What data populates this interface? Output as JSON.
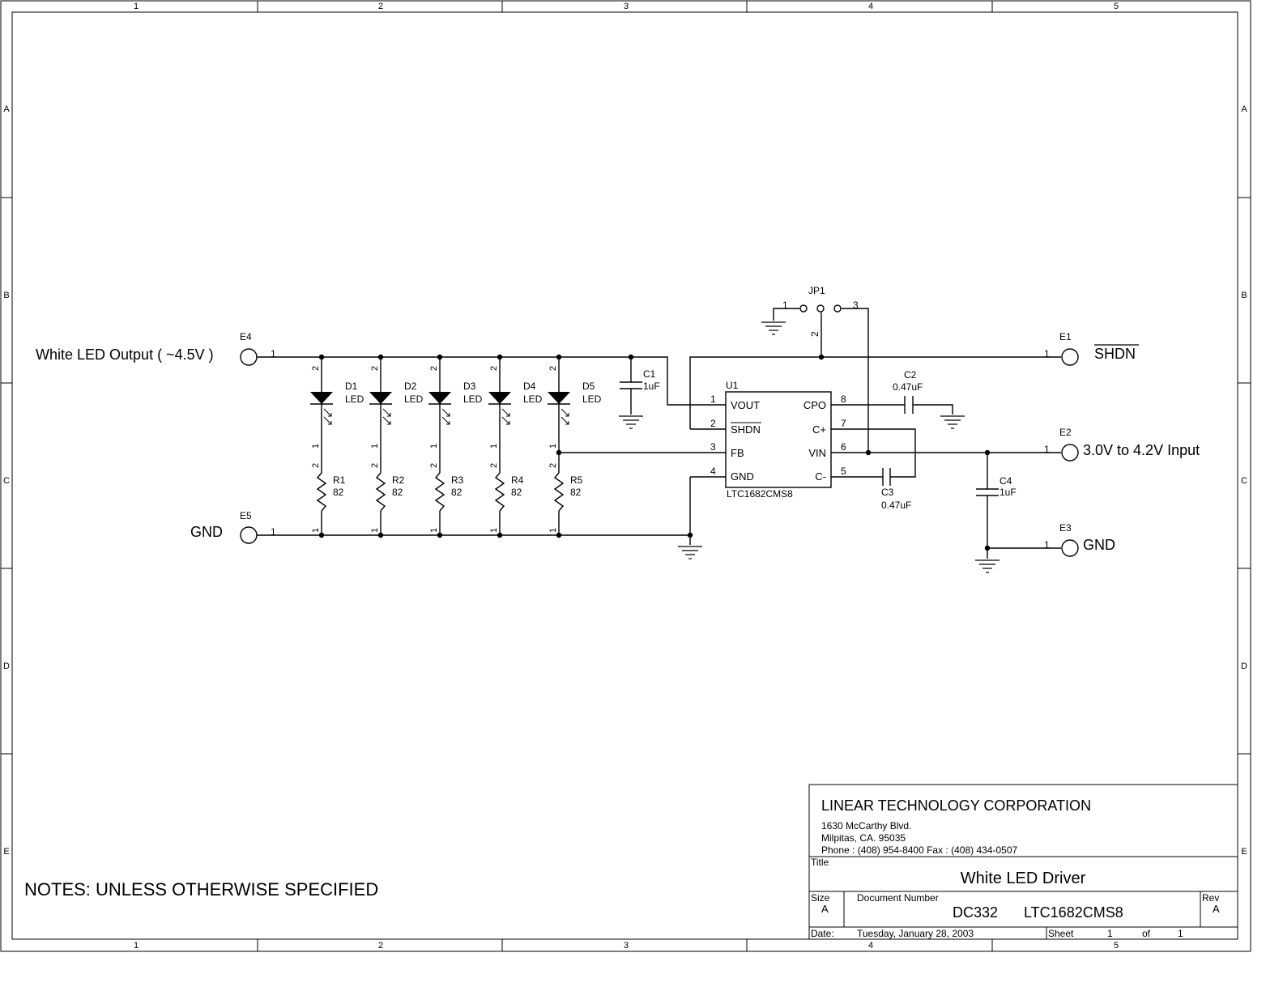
{
  "border": {
    "columns": [
      "1",
      "2",
      "3",
      "4",
      "5"
    ],
    "rows": [
      "A",
      "B",
      "C",
      "D",
      "E"
    ]
  },
  "ports": {
    "e4": {
      "ref": "E4",
      "pin": "1",
      "label": "White LED Output ( ~4.5V )"
    },
    "e5": {
      "ref": "E5",
      "pin": "1",
      "label": "GND"
    },
    "e1": {
      "ref": "E1",
      "pin": "1",
      "label": "SHDN"
    },
    "e2": {
      "ref": "E2",
      "pin": "1",
      "label": "3.0V to 4.2V Input"
    },
    "e3": {
      "ref": "E3",
      "pin": "1",
      "label": "GND"
    }
  },
  "leds": [
    {
      "ref": "D1",
      "value": "LED"
    },
    {
      "ref": "D2",
      "value": "LED"
    },
    {
      "ref": "D3",
      "value": "LED"
    },
    {
      "ref": "D4",
      "value": "LED"
    },
    {
      "ref": "D5",
      "value": "LED"
    }
  ],
  "resistors": [
    {
      "ref": "R1",
      "value": "82"
    },
    {
      "ref": "R2",
      "value": "82"
    },
    {
      "ref": "R3",
      "value": "82"
    },
    {
      "ref": "R4",
      "value": "82"
    },
    {
      "ref": "R5",
      "value": "82"
    }
  ],
  "capacitors": {
    "c1": {
      "ref": "C1",
      "value": "1uF"
    },
    "c2": {
      "ref": "C2",
      "value": "0.47uF"
    },
    "c3": {
      "ref": "C3",
      "value": "0.47uF"
    },
    "c4": {
      "ref": "C4",
      "value": "1uF"
    }
  },
  "jumper": {
    "ref": "JP1",
    "pins": [
      "1",
      "2",
      "3"
    ]
  },
  "ic": {
    "ref": "U1",
    "part": "LTC1682CMS8",
    "left_pins": [
      {
        "num": "1",
        "name": "VOUT"
      },
      {
        "num": "2",
        "name": "SHDN"
      },
      {
        "num": "3",
        "name": "FB"
      },
      {
        "num": "4",
        "name": "GND"
      }
    ],
    "right_pins": [
      {
        "num": "8",
        "name": "CPO"
      },
      {
        "num": "7",
        "name": "C+"
      },
      {
        "num": "6",
        "name": "VIN"
      },
      {
        "num": "5",
        "name": "C-"
      }
    ]
  },
  "pin_numbers": {
    "one": "1",
    "two": "2"
  },
  "notes": "NOTES: UNLESS OTHERWISE SPECIFIED",
  "title_block": {
    "company": "LINEAR TECHNOLOGY CORPORATION",
    "address1": "1630 McCarthy Blvd.",
    "address2": "Milpitas, CA. 95035",
    "phone": "Phone : (408) 954-8400  Fax : (408) 434-0507",
    "title_label": "Title",
    "title": "White LED Driver",
    "size_label": "Size",
    "size": "A",
    "docnum_label": "Document Number",
    "docnum": "DC332",
    "docpart": "LTC1682CMS8",
    "rev_label": "Rev",
    "rev": "A",
    "date_label": "Date:",
    "date": "Tuesday, January 28, 2003",
    "sheet_label": "Sheet",
    "sheet": "1",
    "of_label": "of",
    "sheets": "1"
  }
}
